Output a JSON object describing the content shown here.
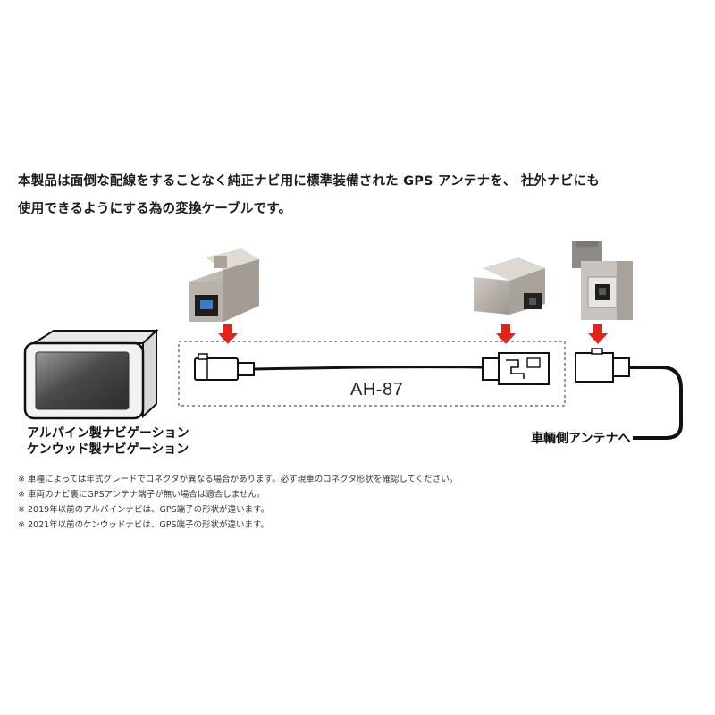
{
  "intro": {
    "line1": "本製品は面倒な配線をすることなく純正ナビ用に標準装備された GPS アンテナを、 社外ナビにも",
    "line2": "使用できるようにする為の変換ケーブルです。"
  },
  "diagram": {
    "navi_label_line1": "アルパイン製ナビゲーション",
    "navi_label_line2": "ケンウッド製ナビゲーション",
    "model": "AH-87",
    "antenna_label": "車輌側アンテナへ",
    "arrow_color": "#e2231a"
  },
  "notes": [
    "※ 車種によっては年式グレードでコネクタが異なる場合があります。必ず現車のコネクタ形状を確認してください。",
    "※ 車両のナビ裏にGPSアンテナ端子が無い場合は適合しません。",
    "※ 2019年以前のアルパインナビは、GPS端子の形状が違います。",
    "※ 2021年以前のケンウッドナビは、GPS端子の形状が違います。"
  ]
}
